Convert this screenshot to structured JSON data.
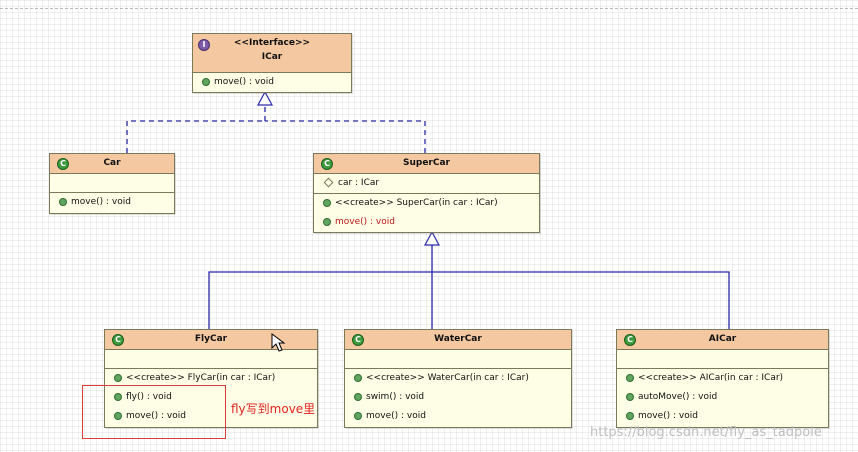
{
  "classes": {
    "icar": {
      "stereotype": "<<Interface>>",
      "name": "ICar",
      "icon": "interface-icon",
      "methods": [
        "move() : void"
      ]
    },
    "car": {
      "name": "Car",
      "icon": "class-icon",
      "methods": [
        "move() : void"
      ]
    },
    "supercar": {
      "name": "SuperCar",
      "icon": "class-icon",
      "fields": [
        "car : ICar"
      ],
      "methods": [
        "<<create>> SuperCar(in car : ICar)",
        "move() : void"
      ]
    },
    "flycar": {
      "name": "FlyCar",
      "icon": "class-icon",
      "methods": [
        "<<create>> FlyCar(in car : ICar)",
        "fly() : void",
        "move() : void"
      ]
    },
    "watercar": {
      "name": "WaterCar",
      "icon": "class-icon",
      "methods": [
        "<<create>> WaterCar(in car : ICar)",
        "swim() : void",
        "move() : void"
      ]
    },
    "aicar": {
      "name": "AICar",
      "icon": "class-icon",
      "methods": [
        "<<create>> AICar(in car : ICar)",
        "autoMove() : void",
        "move() : void"
      ]
    }
  },
  "icon_letters": {
    "class": "C",
    "interface": "I"
  },
  "annotation": "fly写到move里",
  "watermark": "https://blog.csdn.net/fly_as_tadpole",
  "colors": {
    "header": "#f4c9a2",
    "body": "#fefee6",
    "relation_line": "#2a2aa8",
    "highlight": "#c01818",
    "annotation": "#e22222"
  }
}
